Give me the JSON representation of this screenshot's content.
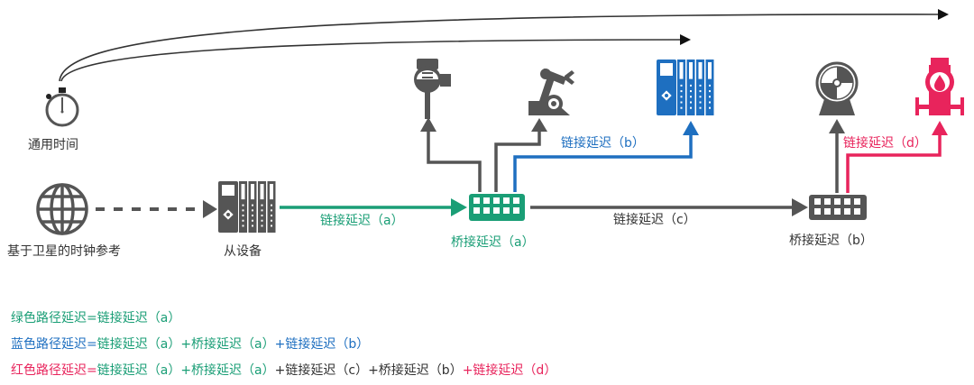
{
  "colors": {
    "green": "#1a9e76",
    "blue": "#1e6fc0",
    "red": "#e8245c",
    "gray": "#555555",
    "text": "#333333"
  },
  "nodes": {
    "common_time": {
      "label": "通用时间",
      "icon": "stopwatch-icon"
    },
    "satellite_clock": {
      "label": "基于卫星的时钟参考",
      "icon": "globe-icon"
    },
    "slave_device": {
      "label": "从设备",
      "icon": "io-module-icon"
    },
    "bridge_a": {
      "label": "桥接延迟（a）",
      "icon": "switch-icon"
    },
    "bridge_b": {
      "label": "桥接延迟（b）",
      "icon": "switch-icon"
    },
    "sensor": {
      "icon": "sensor-transmitter-icon"
    },
    "robot": {
      "icon": "robot-arm-icon"
    },
    "blue_device": {
      "icon": "io-module-icon"
    },
    "gray_device": {
      "icon": "motor-drive-icon"
    },
    "red_valve": {
      "icon": "flow-valve-icon"
    }
  },
  "links": {
    "a": "链接延迟（a）",
    "b": "链接延迟（b）",
    "c": "链接延迟（c）",
    "d": "链接延迟（d）"
  },
  "legend": {
    "green": [
      {
        "text": "绿色路径延迟=",
        "color": "green"
      },
      {
        "text": "链接延迟（a）",
        "color": "green"
      }
    ],
    "blue": [
      {
        "text": "蓝色路径延迟=",
        "color": "blue"
      },
      {
        "text": "链接延迟（a）",
        "color": "green"
      },
      {
        "text": "+桥接延迟（a）",
        "color": "green"
      },
      {
        "text": "+链接延迟（b）",
        "color": "blue"
      }
    ],
    "red": [
      {
        "text": "红色路径延迟=",
        "color": "red"
      },
      {
        "text": "链接延迟（a）",
        "color": "green"
      },
      {
        "text": "+桥接延迟（a）",
        "color": "green"
      },
      {
        "text": "+链接延迟（c）",
        "color": "dark"
      },
      {
        "text": "+桥接延迟（b）",
        "color": "dark"
      },
      {
        "text": "+链接延迟（d）",
        "color": "red"
      }
    ]
  }
}
